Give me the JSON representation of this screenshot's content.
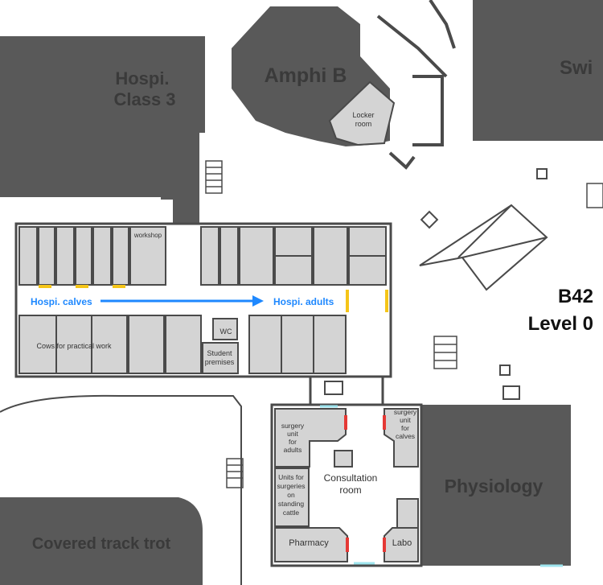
{
  "colors": {
    "building": "#595959",
    "room": "#d4d4d4",
    "wall": "#4a4a4a",
    "corridor": "#ffffff",
    "arrow": "#1e88ff",
    "door_yellow": "#f5c518",
    "door_red": "#e53935",
    "window_cyan": "#9fe6ef"
  },
  "buildings": {
    "hospi_class3": "Hospi.\nClass 3",
    "amphi_b": "Amphi B",
    "swim": "Swi",
    "physiology": "Physiology",
    "covered_track": "Covered track trot"
  },
  "rooms": {
    "locker": "Locker\nroom",
    "workshop": "workshop",
    "cows": "Cows for practical work",
    "wc": "WC",
    "student": "Student\npremises",
    "surgery_adults": "surgery\nunit\nfor\nadults",
    "surgery_calves": "surgery\nunit\nfor\ncalves",
    "consultation": "Consultation\nroom",
    "units_standing": "Units for\nsurgeries\non\nstanding\ncattle",
    "pharmacy": "Pharmacy",
    "labo": "Labo"
  },
  "corridor": {
    "from": "Hospi. calves",
    "to": "Hospi. adults"
  },
  "building_id": {
    "code": "B42",
    "level": "Level 0"
  }
}
